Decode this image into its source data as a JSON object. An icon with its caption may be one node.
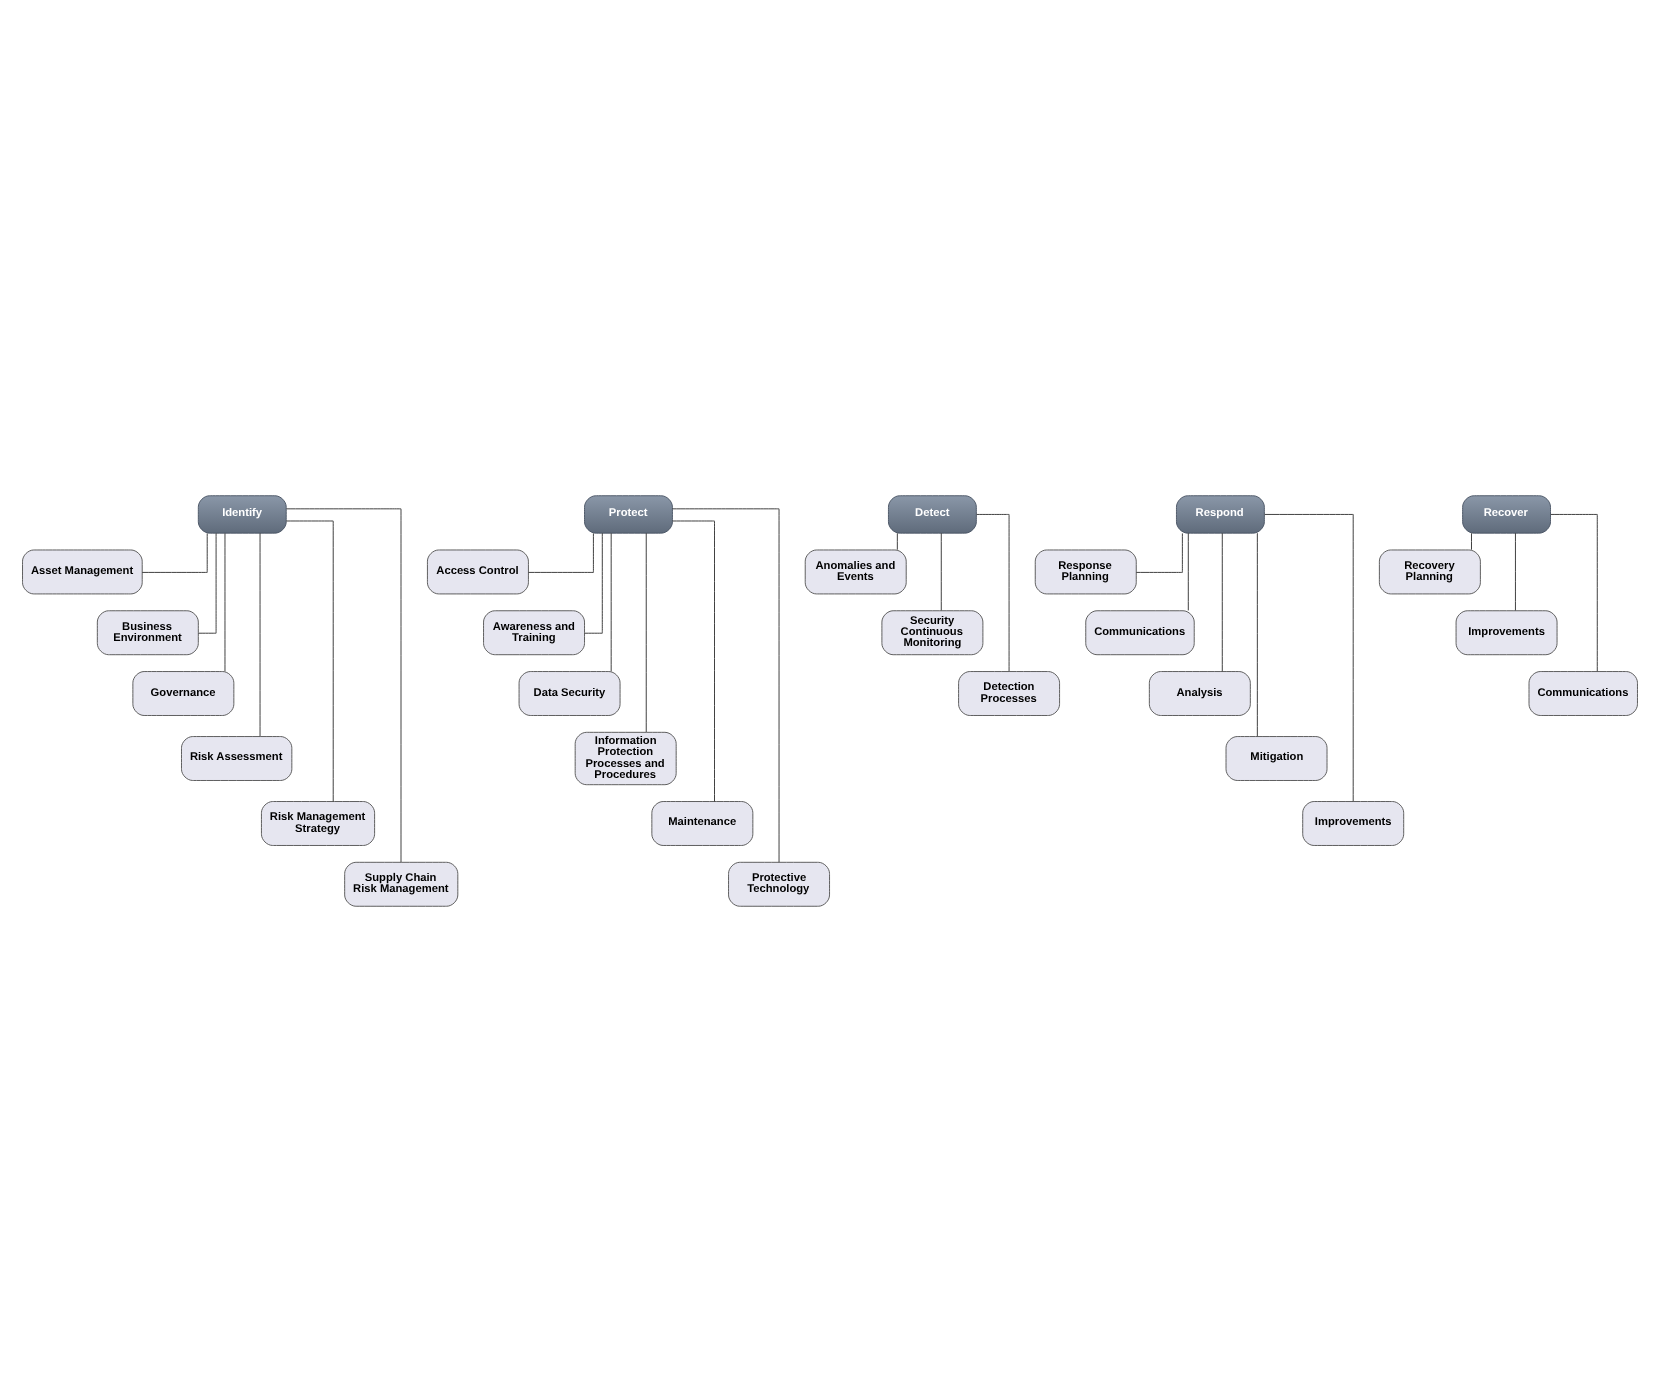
{
  "diagram": {
    "nodes": [
      {
        "text": [
          "Identify"
        ]
      },
      {
        "text": [
          "Asset Management"
        ]
      },
      {
        "text": [
          "Business Environment"
        ]
      },
      {
        "text": [
          "Governance"
        ]
      },
      {
        "text": [
          "Risk Assessment"
        ]
      },
      {
        "text": [
          "Risk Management Strategy"
        ]
      },
      {
        "text": [
          "Supply Chain Risk Management"
        ]
      },
      {
        "text": [
          "Protect"
        ]
      },
      {
        "text": [
          "Access Control"
        ]
      },
      {
        "text": [
          "Awareness and Training"
        ]
      },
      {
        "text": [
          "Data Security"
        ]
      },
      {
        "text": [
          "Information Protection Processes and Procedures"
        ]
      },
      {
        "text": [
          "Maintenance"
        ]
      },
      {
        "text": [
          "Protective Technology"
        ]
      },
      {
        "text": [
          "Detect"
        ]
      },
      {
        "text": [
          "Anomalies and Events"
        ]
      },
      {
        "text": [
          "Security Continuous Monitoring"
        ]
      },
      {
        "text": [
          "Detection Processes"
        ]
      },
      {
        "text": [
          "Respond"
        ]
      },
      {
        "text": [
          "Response Planning"
        ]
      },
      {
        "text": [
          "Communications"
        ]
      },
      {
        "text": [
          "Analysis"
        ]
      },
      {
        "text": [
          "Mitigation"
        ]
      },
      {
        "text": [
          "Improvements"
        ]
      },
      {
        "text": [
          "Recover"
        ]
      },
      {
        "text": [
          "Recovery Planning"
        ]
      },
      {
        "text": [
          "Improvements"
        ]
      },
      {
        "text": [
          "Communications"
        ]
      }
    ],
    "edges": [
      {
        "from": 0,
        "to": 1,
        "arrow": "none"
      },
      {
        "from": 0,
        "to": 2,
        "arrow": "none"
      },
      {
        "from": 0,
        "to": 3,
        "arrow": "none"
      },
      {
        "from": 0,
        "to": 4,
        "arrow": "none"
      },
      {
        "from": 0,
        "to": 5,
        "arrow": "none"
      },
      {
        "from": 0,
        "to": 6,
        "arrow": "none"
      },
      {
        "from": 7,
        "to": 8,
        "arrow": "none"
      },
      {
        "from": 7,
        "to": 9,
        "arrow": "none"
      },
      {
        "from": 7,
        "to": 10,
        "arrow": "none"
      },
      {
        "from": 7,
        "to": 11,
        "arrow": "none"
      },
      {
        "from": 7,
        "to": 12,
        "arrow": "none"
      },
      {
        "from": 7,
        "to": 13,
        "arrow": "none"
      },
      {
        "from": 14,
        "to": 15,
        "arrow": "none"
      },
      {
        "from": 14,
        "to": 16,
        "arrow": "none"
      },
      {
        "from": 14,
        "to": 17,
        "arrow": "none"
      },
      {
        "from": 18,
        "to": 19,
        "arrow": "none"
      },
      {
        "from": 18,
        "to": 20,
        "arrow": "none"
      },
      {
        "from": 18,
        "to": 21,
        "arrow": "none"
      },
      {
        "from": 18,
        "to": 22,
        "arrow": "none"
      },
      {
        "from": 18,
        "to": 23,
        "arrow": "none"
      },
      {
        "from": 24,
        "to": 25,
        "arrow": "none"
      },
      {
        "from": 24,
        "to": 26,
        "arrow": "none"
      },
      {
        "from": 24,
        "to": 27,
        "arrow": "none"
      }
    ]
  }
}
